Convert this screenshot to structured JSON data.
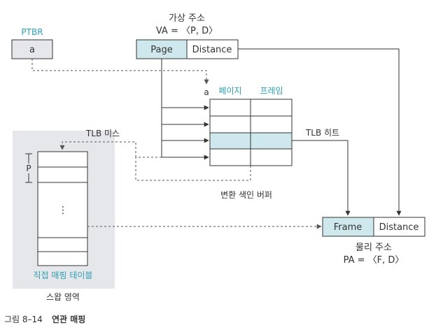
{
  "colors": {
    "accent_teal": "#2d9fb3",
    "highlight_fill": "#cfe8ee",
    "swap_area_fill": "#e6e7ea",
    "line": "#333333",
    "dashed_line": "#555555"
  },
  "virtual_address": {
    "title": "가상 주소",
    "formula": "VA = 〈P, D〉",
    "page_label": "Page",
    "distance_label": "Distance"
  },
  "ptbr": {
    "label": "PTBR",
    "value": "a"
  },
  "tlb": {
    "start_label": "a",
    "col_page_header": "페이지",
    "col_frame_header": "프레임",
    "caption": "변환 색인 버퍼",
    "hit_label": "TLB 히트",
    "miss_label": "TLB 미스"
  },
  "direct_mapping_table": {
    "p_label": "P",
    "dots": "⋮",
    "caption": "직접 매핑 테이블"
  },
  "swap_area": {
    "caption": "스왑 영역"
  },
  "physical_address": {
    "frame_label": "Frame",
    "distance_label": "Distance",
    "title": "물리 주소",
    "formula": "PA = 〈F, D〉"
  },
  "figure_caption": {
    "number": "그림 8–14",
    "title": "연관 매핑"
  }
}
